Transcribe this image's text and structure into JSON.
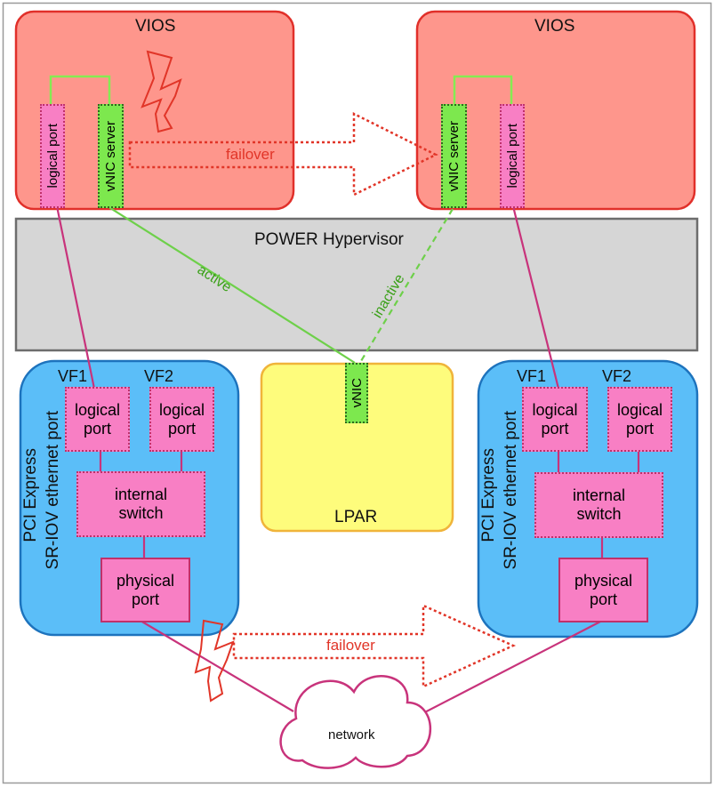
{
  "vios_left": {
    "title": "VIOS",
    "logical_port": "logical port",
    "vnic_server": "vNIC server"
  },
  "vios_right": {
    "title": "VIOS",
    "logical_port": "logical port",
    "vnic_server": "vNIC server"
  },
  "failover_top": "failover",
  "failover_bottom": "failover",
  "hypervisor": {
    "title": "POWER Hypervisor",
    "active_label": "active",
    "inactive_label": "inactive"
  },
  "lpar": {
    "title": "LPAR",
    "vnic": "vNIC"
  },
  "adapter_left": {
    "side_label_1": "PCI Express",
    "side_label_2": "SR-IOV ethernet port",
    "vf1": "VF1",
    "vf2": "VF2",
    "logical_port_1": [
      "logical",
      "port"
    ],
    "logical_port_2": [
      "logical",
      "port"
    ],
    "internal_switch": [
      "internal",
      "switch"
    ],
    "physical_port": [
      "physical",
      "port"
    ]
  },
  "adapter_right": {
    "side_label_1": "PCI Express",
    "side_label_2": "SR-IOV ethernet port",
    "vf1": "VF1",
    "vf2": "VF2",
    "logical_port_1": [
      "logical",
      "port"
    ],
    "logical_port_2": [
      "logical",
      "port"
    ],
    "internal_switch": [
      "internal",
      "switch"
    ],
    "physical_port": [
      "physical",
      "port"
    ]
  },
  "network": "network",
  "colors": {
    "vios_fill": "#fe968c",
    "vios_border": "#e1302a",
    "hypervisor_fill": "#d6d6d6",
    "hypervisor_border": "#6d6d6d",
    "adapter_fill": "#5bbef8",
    "adapter_border": "#1d73bd",
    "lpar_fill": "#fefc7c",
    "lpar_border": "#f0b43a",
    "port_fill": "#f87fc4",
    "port_border": "#c0316a",
    "vnic_fill": "#7de84e",
    "link_magenta": "#c8337b",
    "link_green": "#6ed04a",
    "failover_red": "#e13528"
  }
}
